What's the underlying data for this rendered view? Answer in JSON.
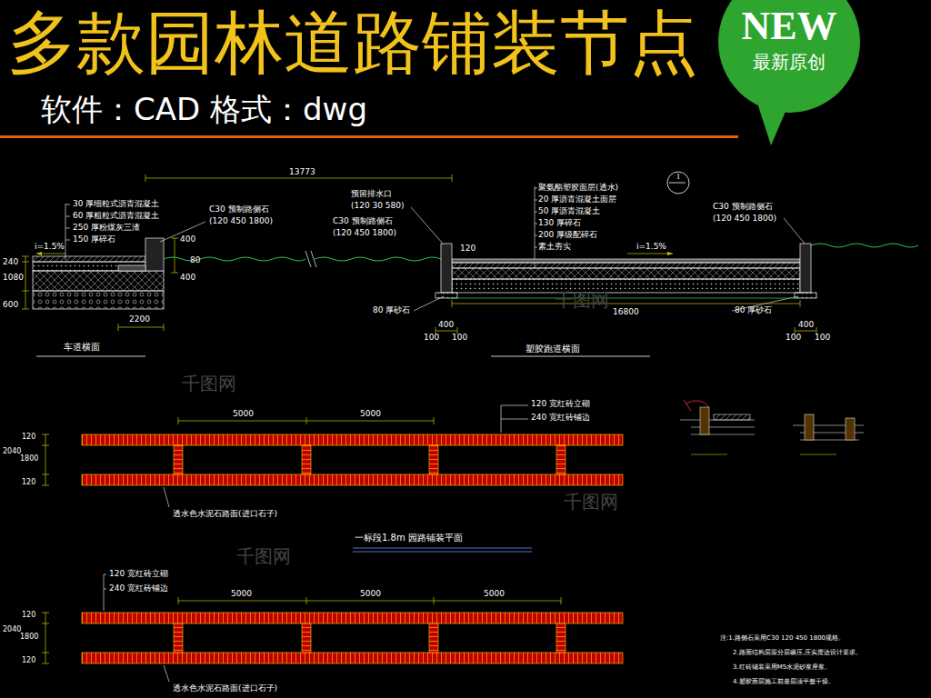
{
  "diagram": {
    "title": "多款园林道路铺装节点",
    "nodes": [
      {
        "text": [
          "NEW",
          "最新原创"
        ]
      },
      {
        "text": [
          "1"
        ]
      }
    ],
    "labels": [
      "软件：CAD 格式：dwg",
      "13773",
      "30 厚细粒式沥青混凝土",
      "60 厚粗粒式沥青混凝土",
      "250 厚粉煤灰三渣",
      "150 厚碎石",
      "C30 预制路侧石",
      "(120 450 1800)",
      "i=1.5%",
      "240",
      "1080",
      "600",
      "2200",
      "400",
      "80",
      "400",
      "车道横面",
      "预留排水口",
      "(120 30 580)",
      "C30 预制路侧石",
      "(120 450 1800)",
      "80 厚砂石",
      "400",
      "100",
      "100",
      "塑胶跑道横面",
      "16800",
      "聚氨酯塑胶面层(透水)",
      "20 厚沥青混凝土面层",
      "50 厚沥青混凝土",
      "130 厚碎石",
      "200 厚级配碎石",
      "素土夯实",
      "120",
      "i=1.5%",
      "C30 预制路侧石",
      "(120 450 1800)",
      "80 厚砂石",
      "400",
      "100",
      "100",
      "5000",
      "5000",
      "120 宽红砖立砌",
      "240 宽红砖铺边",
      "2040",
      "1800",
      "120",
      "120",
      "透水色水泥石路面(进口石子)",
      "一标段1.8m 园路铺装平面",
      "120 宽红砖立砌",
      "240 宽红砖铺边",
      "5000",
      "5000",
      "5000",
      "2040",
      "1800",
      "120",
      "120",
      "透水色水泥石路面(进口石子)",
      "注:1.路侧石采用C30 120 450 1800规格。",
      "2.路面结构层应分层碾压,压实度达设计要求。",
      "3.红砖铺装采用M5水泥砂浆座浆。",
      "4.塑胶面层施工前基层须平整干燥。",
      "千图网",
      "千图网",
      "千图网",
      "千图网"
    ]
  }
}
